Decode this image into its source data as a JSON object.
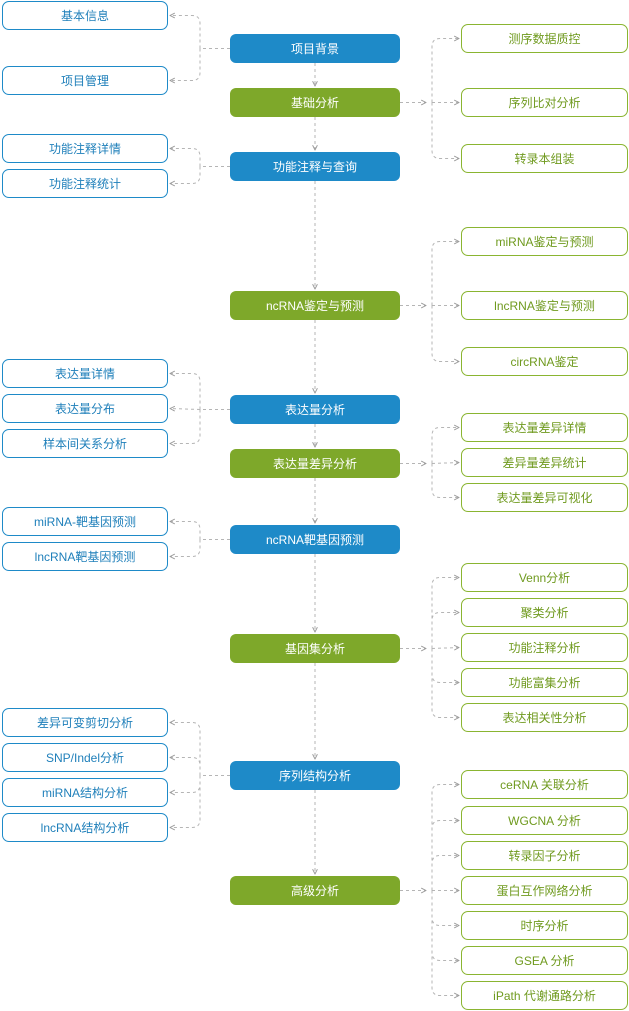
{
  "colors": {
    "blue": "#1e8ac8",
    "green": "#7ea82a",
    "connector": "#b5b5b5"
  },
  "center_nodes": [
    {
      "id": "c1",
      "label": "项目背景",
      "color": "blue"
    },
    {
      "id": "c2",
      "label": "基础分析",
      "color": "green"
    },
    {
      "id": "c3",
      "label": "功能注释与查询",
      "color": "blue"
    },
    {
      "id": "c4",
      "label": "ncRNA鉴定与预测",
      "color": "green"
    },
    {
      "id": "c5",
      "label": "表达量分析",
      "color": "blue"
    },
    {
      "id": "c6",
      "label": "表达量差异分析",
      "color": "green"
    },
    {
      "id": "c7",
      "label": "ncRNA靶基因预测",
      "color": "blue"
    },
    {
      "id": "c8",
      "label": "基因集分析",
      "color": "green"
    },
    {
      "id": "c9",
      "label": "序列结构分析",
      "color": "blue"
    },
    {
      "id": "c10",
      "label": "高级分析",
      "color": "green"
    }
  ],
  "left_nodes": [
    {
      "id": "l1",
      "label": "基本信息",
      "parent": "c1"
    },
    {
      "id": "l2",
      "label": "项目管理",
      "parent": "c1"
    },
    {
      "id": "l3",
      "label": "功能注释详情",
      "parent": "c3"
    },
    {
      "id": "l4",
      "label": "功能注释统计",
      "parent": "c3"
    },
    {
      "id": "l5",
      "label": "表达量详情",
      "parent": "c5"
    },
    {
      "id": "l6",
      "label": "表达量分布",
      "parent": "c5"
    },
    {
      "id": "l7",
      "label": "样本间关系分析",
      "parent": "c5"
    },
    {
      "id": "l8",
      "label": "miRNA-靶基因预测",
      "parent": "c7"
    },
    {
      "id": "l9",
      "label": "lncRNA靶基因预测",
      "parent": "c7"
    },
    {
      "id": "l10",
      "label": "差异可变剪切分析",
      "parent": "c9"
    },
    {
      "id": "l11",
      "label": "SNP/Indel分析",
      "parent": "c9"
    },
    {
      "id": "l12",
      "label": "miRNA结构分析",
      "parent": "c9"
    },
    {
      "id": "l13",
      "label": "lncRNA结构分析",
      "parent": "c9"
    }
  ],
  "right_nodes": [
    {
      "id": "r1",
      "label": "测序数据质控",
      "parent": "c2"
    },
    {
      "id": "r2",
      "label": "序列比对分析",
      "parent": "c2"
    },
    {
      "id": "r3",
      "label": "转录本组装",
      "parent": "c2"
    },
    {
      "id": "r4",
      "label": "miRNA鉴定与预测",
      "parent": "c4"
    },
    {
      "id": "r5",
      "label": "lncRNA鉴定与预测",
      "parent": "c4"
    },
    {
      "id": "r6",
      "label": "circRNA鉴定",
      "parent": "c4"
    },
    {
      "id": "r7",
      "label": "表达量差异详情",
      "parent": "c6"
    },
    {
      "id": "r8",
      "label": "差异量差异统计",
      "parent": "c6"
    },
    {
      "id": "r9",
      "label": "表达量差异可视化",
      "parent": "c6"
    },
    {
      "id": "r10",
      "label": "Venn分析",
      "parent": "c8"
    },
    {
      "id": "r11",
      "label": "聚类分析",
      "parent": "c8"
    },
    {
      "id": "r12",
      "label": "功能注释分析",
      "parent": "c8"
    },
    {
      "id": "r13",
      "label": "功能富集分析",
      "parent": "c8"
    },
    {
      "id": "r14",
      "label": "表达相关性分析",
      "parent": "c8"
    },
    {
      "id": "r15",
      "label": "ceRNA 关联分析",
      "parent": "c10"
    },
    {
      "id": "r16",
      "label": "WGCNA 分析",
      "parent": "c10"
    },
    {
      "id": "r17",
      "label": "转录因子分析",
      "parent": "c10"
    },
    {
      "id": "r18",
      "label": "蛋白互作网络分析",
      "parent": "c10"
    },
    {
      "id": "r19",
      "label": "时序分析",
      "parent": "c10"
    },
    {
      "id": "r20",
      "label": "GSEA 分析",
      "parent": "c10"
    },
    {
      "id": "r21",
      "label": "iPath 代谢通路分析",
      "parent": "c10"
    }
  ]
}
